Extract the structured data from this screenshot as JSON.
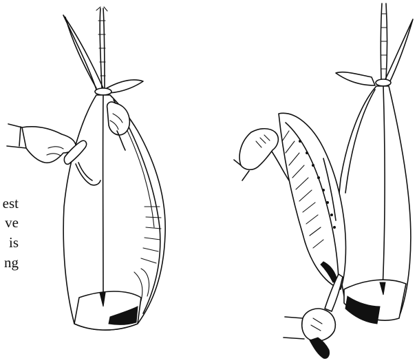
{
  "illustration": {
    "text_fragments": [
      "est",
      "ve",
      "is",
      "ng"
    ],
    "left_panel_icon": "hanging-fish-with-hand-knife-icon",
    "right_panel_icon": "hanging-fish-flap-cut-icon",
    "ink_color": "#111111",
    "background": "#ffffff"
  }
}
